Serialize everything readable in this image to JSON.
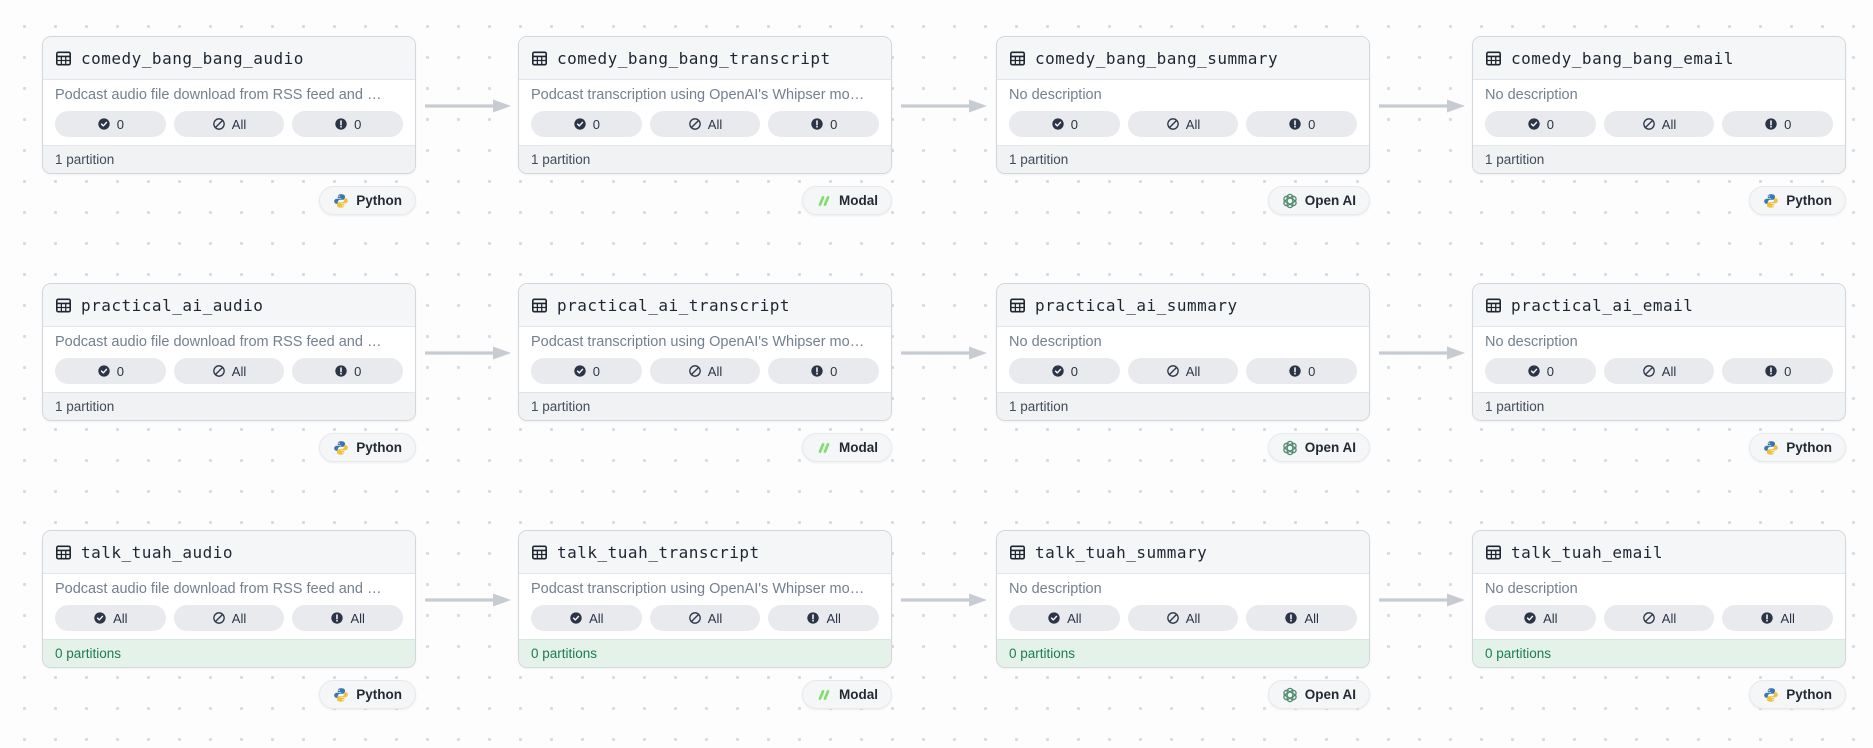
{
  "app": {
    "view": "asset-lineage-graph"
  },
  "colors": {
    "success_footer_bg": "#e4f2e9",
    "success_footer_text": "#1c7d4d",
    "badge_icon": "#2b3547",
    "arrow": "#c7ccd3",
    "python_blue": "#3a76b0",
    "python_yellow": "#f0c23c",
    "modal_green": "#7ddf6e",
    "openai_green": "#4f8a6c"
  },
  "icons": {
    "table-icon": "spreadsheet grid glyph in each card header",
    "check-circle-icon": "filled circle with checkmark (materialized count)",
    "slash-circle-icon": "outlined no-entry circle (missing partitions)",
    "exclamation-circle-icon": "filled circle with exclamation (failed count)",
    "edge-arrow": "gray right-pointing dependency arrow",
    "python-icon": "Python logo",
    "modal-icon": "Modal logo (green double slash)",
    "openai-icon": "OpenAI knot logo"
  },
  "rows": [
    {
      "assets": [
        {
          "title": "comedy_bang_bang_audio",
          "description": "Podcast audio file download from RSS feed and …",
          "badges": [
            {
              "icon": "check-circle-icon",
              "value": "0"
            },
            {
              "icon": "slash-circle-icon",
              "value": "All"
            },
            {
              "icon": "exclamation-circle-icon",
              "value": "0"
            }
          ],
          "footer": "1 partition",
          "footer_state": "default",
          "tag": {
            "label": "Python",
            "icon": "python-icon"
          }
        },
        {
          "title": "comedy_bang_bang_transcript",
          "description": "Podcast transcription using OpenAI's Whipser mo…",
          "badges": [
            {
              "icon": "check-circle-icon",
              "value": "0"
            },
            {
              "icon": "slash-circle-icon",
              "value": "All"
            },
            {
              "icon": "exclamation-circle-icon",
              "value": "0"
            }
          ],
          "footer": "1 partition",
          "footer_state": "default",
          "tag": {
            "label": "Modal",
            "icon": "modal-icon"
          }
        },
        {
          "title": "comedy_bang_bang_summary",
          "description": "No description",
          "badges": [
            {
              "icon": "check-circle-icon",
              "value": "0"
            },
            {
              "icon": "slash-circle-icon",
              "value": "All"
            },
            {
              "icon": "exclamation-circle-icon",
              "value": "0"
            }
          ],
          "footer": "1 partition",
          "footer_state": "default",
          "tag": {
            "label": "Open AI",
            "icon": "openai-icon"
          }
        },
        {
          "title": "comedy_bang_bang_email",
          "description": "No description",
          "badges": [
            {
              "icon": "check-circle-icon",
              "value": "0"
            },
            {
              "icon": "slash-circle-icon",
              "value": "All"
            },
            {
              "icon": "exclamation-circle-icon",
              "value": "0"
            }
          ],
          "footer": "1 partition",
          "footer_state": "default",
          "tag": {
            "label": "Python",
            "icon": "python-icon"
          }
        }
      ]
    },
    {
      "assets": [
        {
          "title": "practical_ai_audio",
          "description": "Podcast audio file download from RSS feed and …",
          "badges": [
            {
              "icon": "check-circle-icon",
              "value": "0"
            },
            {
              "icon": "slash-circle-icon",
              "value": "All"
            },
            {
              "icon": "exclamation-circle-icon",
              "value": "0"
            }
          ],
          "footer": "1 partition",
          "footer_state": "default",
          "tag": {
            "label": "Python",
            "icon": "python-icon"
          }
        },
        {
          "title": "practical_ai_transcript",
          "description": "Podcast transcription using OpenAI's Whipser mo…",
          "badges": [
            {
              "icon": "check-circle-icon",
              "value": "0"
            },
            {
              "icon": "slash-circle-icon",
              "value": "All"
            },
            {
              "icon": "exclamation-circle-icon",
              "value": "0"
            }
          ],
          "footer": "1 partition",
          "footer_state": "default",
          "tag": {
            "label": "Modal",
            "icon": "modal-icon"
          }
        },
        {
          "title": "practical_ai_summary",
          "description": "No description",
          "badges": [
            {
              "icon": "check-circle-icon",
              "value": "0"
            },
            {
              "icon": "slash-circle-icon",
              "value": "All"
            },
            {
              "icon": "exclamation-circle-icon",
              "value": "0"
            }
          ],
          "footer": "1 partition",
          "footer_state": "default",
          "tag": {
            "label": "Open AI",
            "icon": "openai-icon"
          }
        },
        {
          "title": "practical_ai_email",
          "description": "No description",
          "badges": [
            {
              "icon": "check-circle-icon",
              "value": "0"
            },
            {
              "icon": "slash-circle-icon",
              "value": "All"
            },
            {
              "icon": "exclamation-circle-icon",
              "value": "0"
            }
          ],
          "footer": "1 partition",
          "footer_state": "default",
          "tag": {
            "label": "Python",
            "icon": "python-icon"
          }
        }
      ]
    },
    {
      "assets": [
        {
          "title": "talk_tuah_audio",
          "description": "Podcast audio file download from RSS feed and …",
          "badges": [
            {
              "icon": "check-circle-icon",
              "value": "All"
            },
            {
              "icon": "slash-circle-icon",
              "value": "All"
            },
            {
              "icon": "exclamation-circle-icon",
              "value": "All"
            }
          ],
          "footer": "0 partitions",
          "footer_state": "success",
          "tag": {
            "label": "Python",
            "icon": "python-icon"
          }
        },
        {
          "title": "talk_tuah_transcript",
          "description": "Podcast transcription using OpenAI's Whipser mo…",
          "badges": [
            {
              "icon": "check-circle-icon",
              "value": "All"
            },
            {
              "icon": "slash-circle-icon",
              "value": "All"
            },
            {
              "icon": "exclamation-circle-icon",
              "value": "All"
            }
          ],
          "footer": "0 partitions",
          "footer_state": "success",
          "tag": {
            "label": "Modal",
            "icon": "modal-icon"
          }
        },
        {
          "title": "talk_tuah_summary",
          "description": "No description",
          "badges": [
            {
              "icon": "check-circle-icon",
              "value": "All"
            },
            {
              "icon": "slash-circle-icon",
              "value": "All"
            },
            {
              "icon": "exclamation-circle-icon",
              "value": "All"
            }
          ],
          "footer": "0 partitions",
          "footer_state": "success",
          "tag": {
            "label": "Open AI",
            "icon": "openai-icon"
          }
        },
        {
          "title": "talk_tuah_email",
          "description": "No description",
          "badges": [
            {
              "icon": "check-circle-icon",
              "value": "All"
            },
            {
              "icon": "slash-circle-icon",
              "value": "All"
            },
            {
              "icon": "exclamation-circle-icon",
              "value": "All"
            }
          ],
          "footer": "0 partitions",
          "footer_state": "success",
          "tag": {
            "label": "Python",
            "icon": "python-icon"
          }
        }
      ]
    }
  ]
}
